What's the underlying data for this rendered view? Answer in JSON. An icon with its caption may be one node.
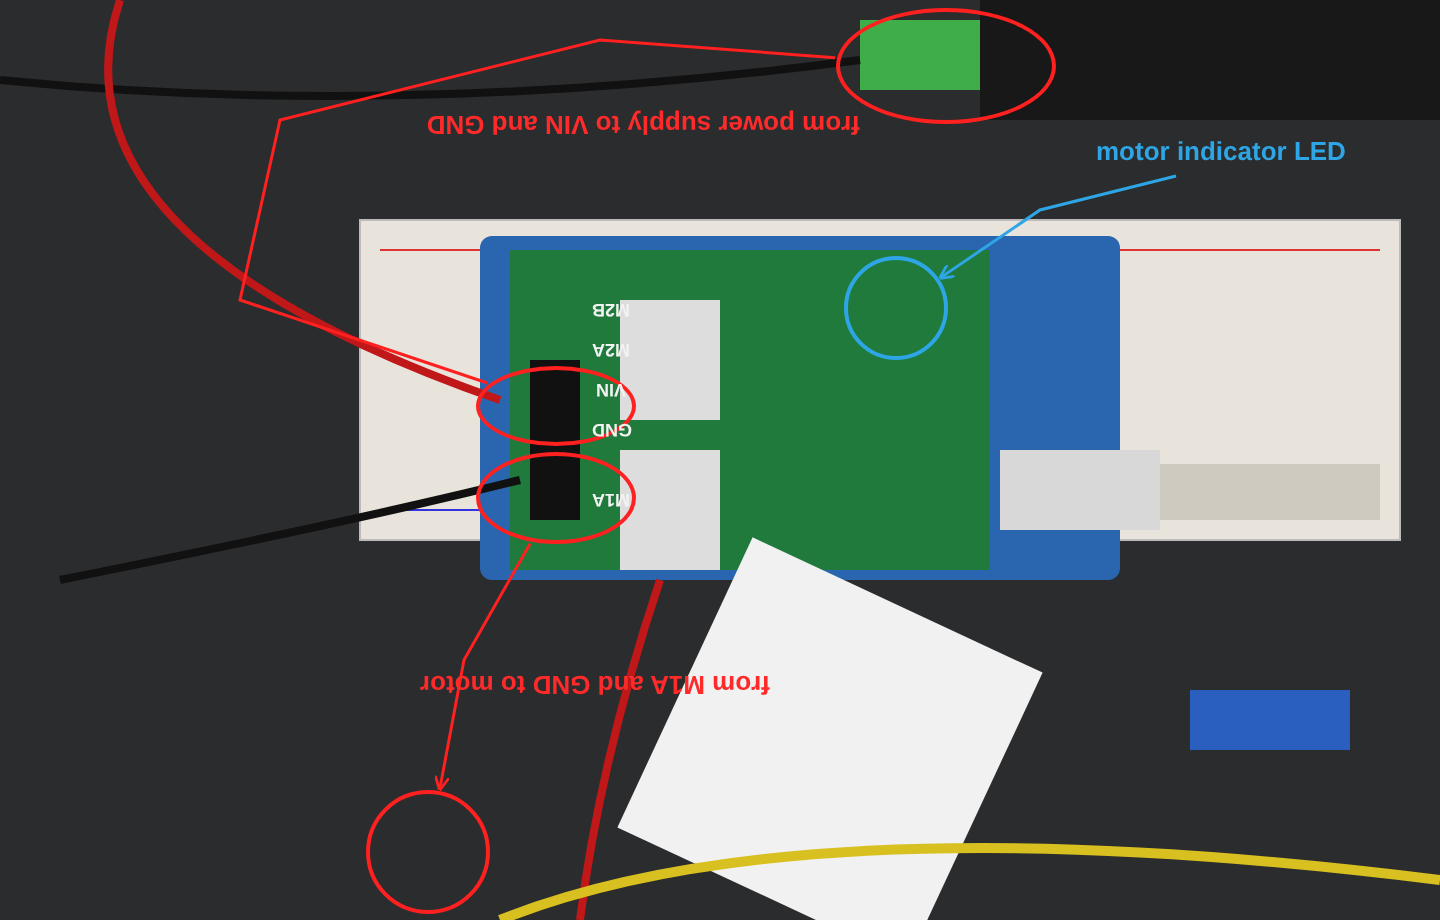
{
  "diagram": {
    "nodes": [
      {
        "text": [
          "from power supply to VIN and GND"
        ]
      },
      {
        "text": [],
        "shape": "circle"
      },
      {
        "text": [],
        "shape": "circle"
      },
      {
        "text": [
          "motor indicator LED"
        ]
      },
      {
        "text": [],
        "shape": "circle"
      },
      {
        "text": [
          "from M1A and GND to motor"
        ]
      },
      {
        "text": [],
        "shape": "circle"
      },
      {
        "text": [],
        "shape": "circle"
      }
    ],
    "edges": [
      {
        "from": 2,
        "to": 1,
        "arrow": "none"
      },
      {
        "from": 3,
        "to": 4,
        "arrow": "to",
        "color": "#2ea6e6"
      },
      {
        "from": 6,
        "to": 7,
        "arrow": "to"
      }
    ],
    "labels": [
      "M2B",
      "M2A",
      "VIN",
      "GND",
      "M1A"
    ]
  }
}
